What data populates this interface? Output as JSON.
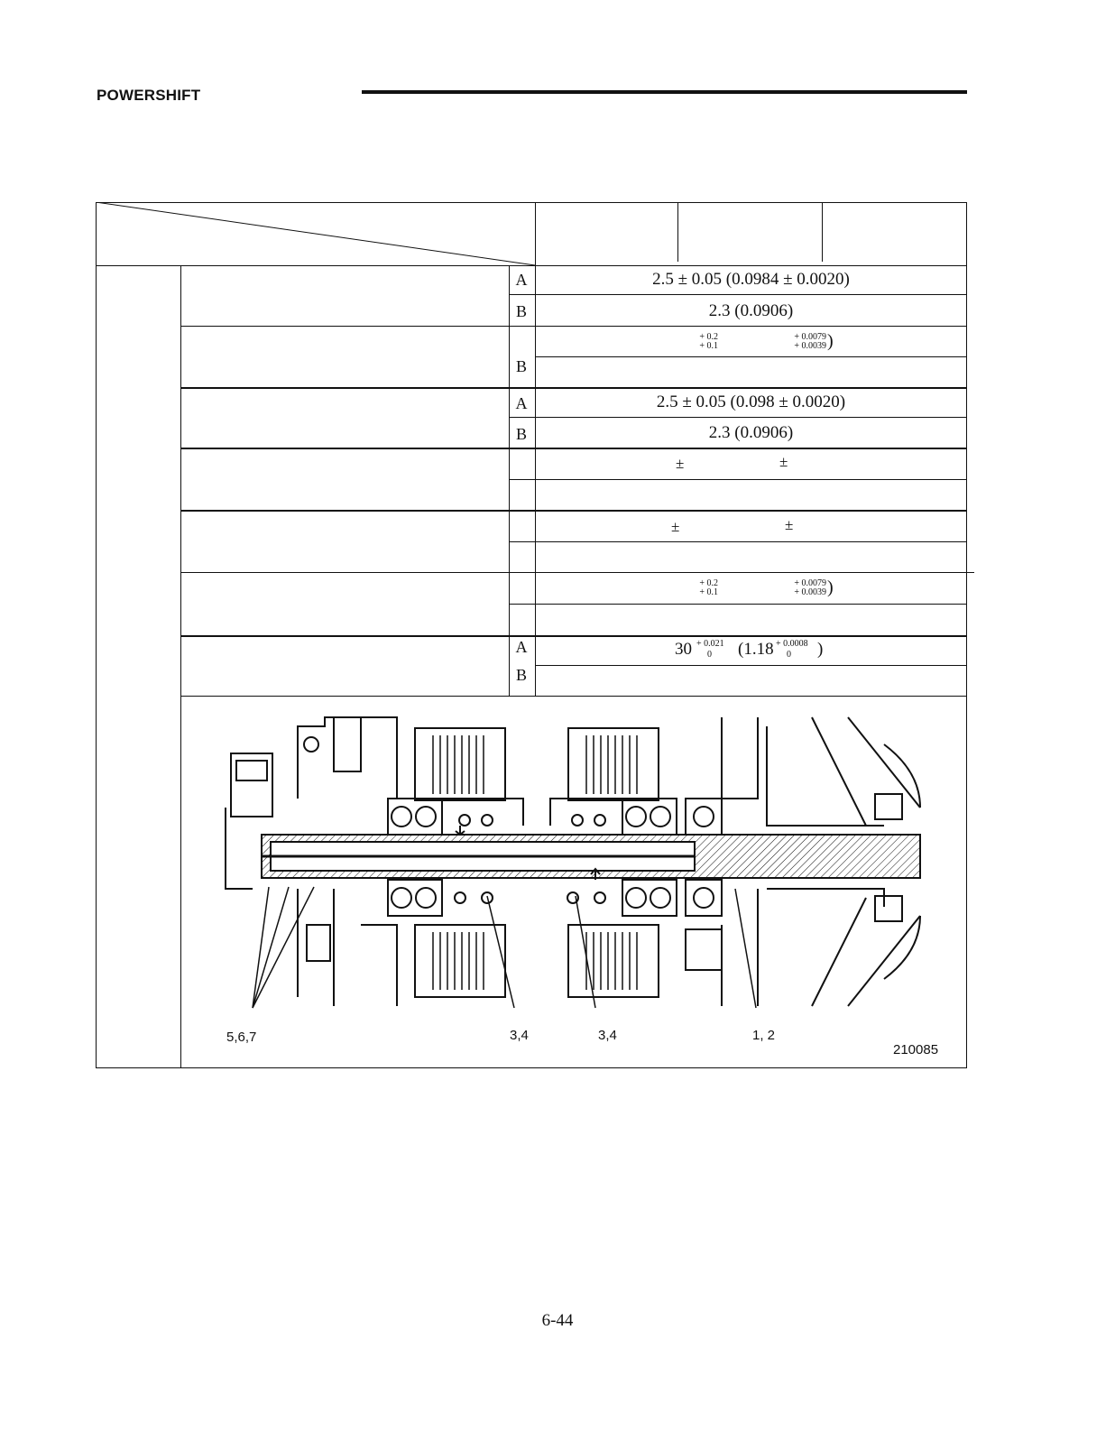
{
  "header": {
    "section_title": "POWERSHIFT"
  },
  "table": {
    "letters": {
      "A": "A",
      "B": "B"
    },
    "values": {
      "row1_A": "2.5 ± 0.05 (0.0984 ± 0.0020)",
      "row1_B": "2.3 (0.0906)",
      "row2_tol_mm_upper": "+ 0.2",
      "row2_tol_mm_lower": "+ 0.1",
      "row2_tol_in_upper": "+ 0.0079",
      "row2_tol_in_lower": "+ 0.0039",
      "row3_A": "2.5 ± 0.05 (0.098 ± 0.0020)",
      "row3_B": "2.3 (0.0906)",
      "plus_minus": "±",
      "row6_tol_mm_upper": "+ 0.2",
      "row6_tol_mm_lower": "+ 0.1",
      "row6_tol_in_upper": "+ 0.0079",
      "row6_tol_in_lower": "+ 0.0039",
      "row7_base_mm": "30",
      "row7_tol_mm_upper": "+ 0.021",
      "row7_tol_mm_lower": "0",
      "row7_base_in": "(1.18",
      "row7_tol_in_upper": "+ 0.0008",
      "row7_tol_in_lower": "0",
      "close_paren": ")"
    }
  },
  "diagram": {
    "callouts": [
      "5,6,7",
      "3,4",
      "3,4",
      "1, 2"
    ],
    "figure_number": "210085"
  },
  "footer": {
    "page_number": "6-44"
  }
}
